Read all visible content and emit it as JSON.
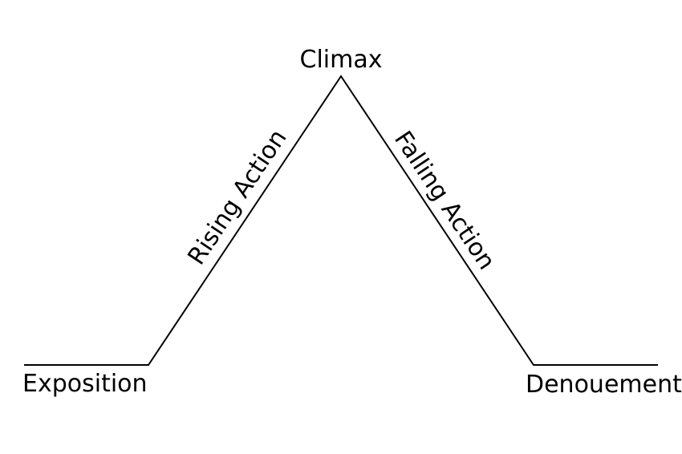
{
  "diagram": {
    "climax_label": "Climax",
    "rising_label": "Rising Action",
    "falling_label": "Falling Action",
    "exposition_label": "Exposition",
    "denouement_label": "Denouement",
    "line_color": "#000000",
    "background_color": "#ffffff"
  }
}
